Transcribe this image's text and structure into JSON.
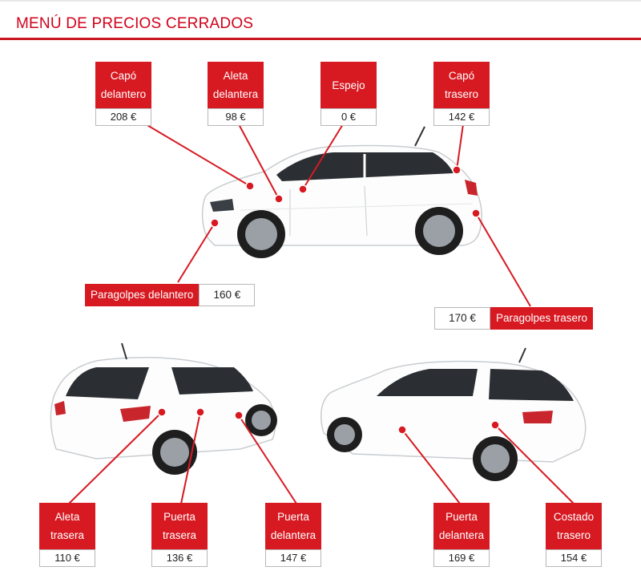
{
  "header": {
    "title": "MENÚ DE PRECIOS CERRADOS"
  },
  "colors": {
    "accent": "#d71921",
    "rule": "#c8161d",
    "car_body": "#ffffff",
    "glass": "#2b2f33",
    "tire": "#1e1e1e",
    "rim": "#9aa0a6"
  },
  "parts": {
    "capo_delantero": {
      "name_line1": "Capó",
      "name_line2": "delantero",
      "price": "208 €"
    },
    "aleta_delantera": {
      "name_line1": "Aleta",
      "name_line2": "delantera",
      "price": "98 €"
    },
    "espejo": {
      "name_line1": "Espejo",
      "price": "0 €"
    },
    "capo_trasero": {
      "name_line1": "Capó",
      "name_line2": "trasero",
      "price": "142 €"
    },
    "paragolpes_delantero": {
      "name": "Paragolpes delantero",
      "price": "160 €"
    },
    "paragolpes_trasero": {
      "name": "Paragolpes trasero",
      "price": "170 €"
    },
    "aleta_trasera": {
      "name_line1": "Aleta",
      "name_line2": "trasera",
      "price": "110 €"
    },
    "puerta_trasera": {
      "name_line1": "Puerta",
      "name_line2": "trasera",
      "price": "136 €"
    },
    "puerta_delantera_izq": {
      "name_line1": "Puerta",
      "name_line2": "delantera",
      "price": "147 €"
    },
    "puerta_delantera_der": {
      "name_line1": "Puerta",
      "name_line2": "delantera",
      "price": "169 €"
    },
    "costado_trasero": {
      "name_line1": "Costado",
      "name_line2": "trasero",
      "price": "154 €"
    }
  }
}
